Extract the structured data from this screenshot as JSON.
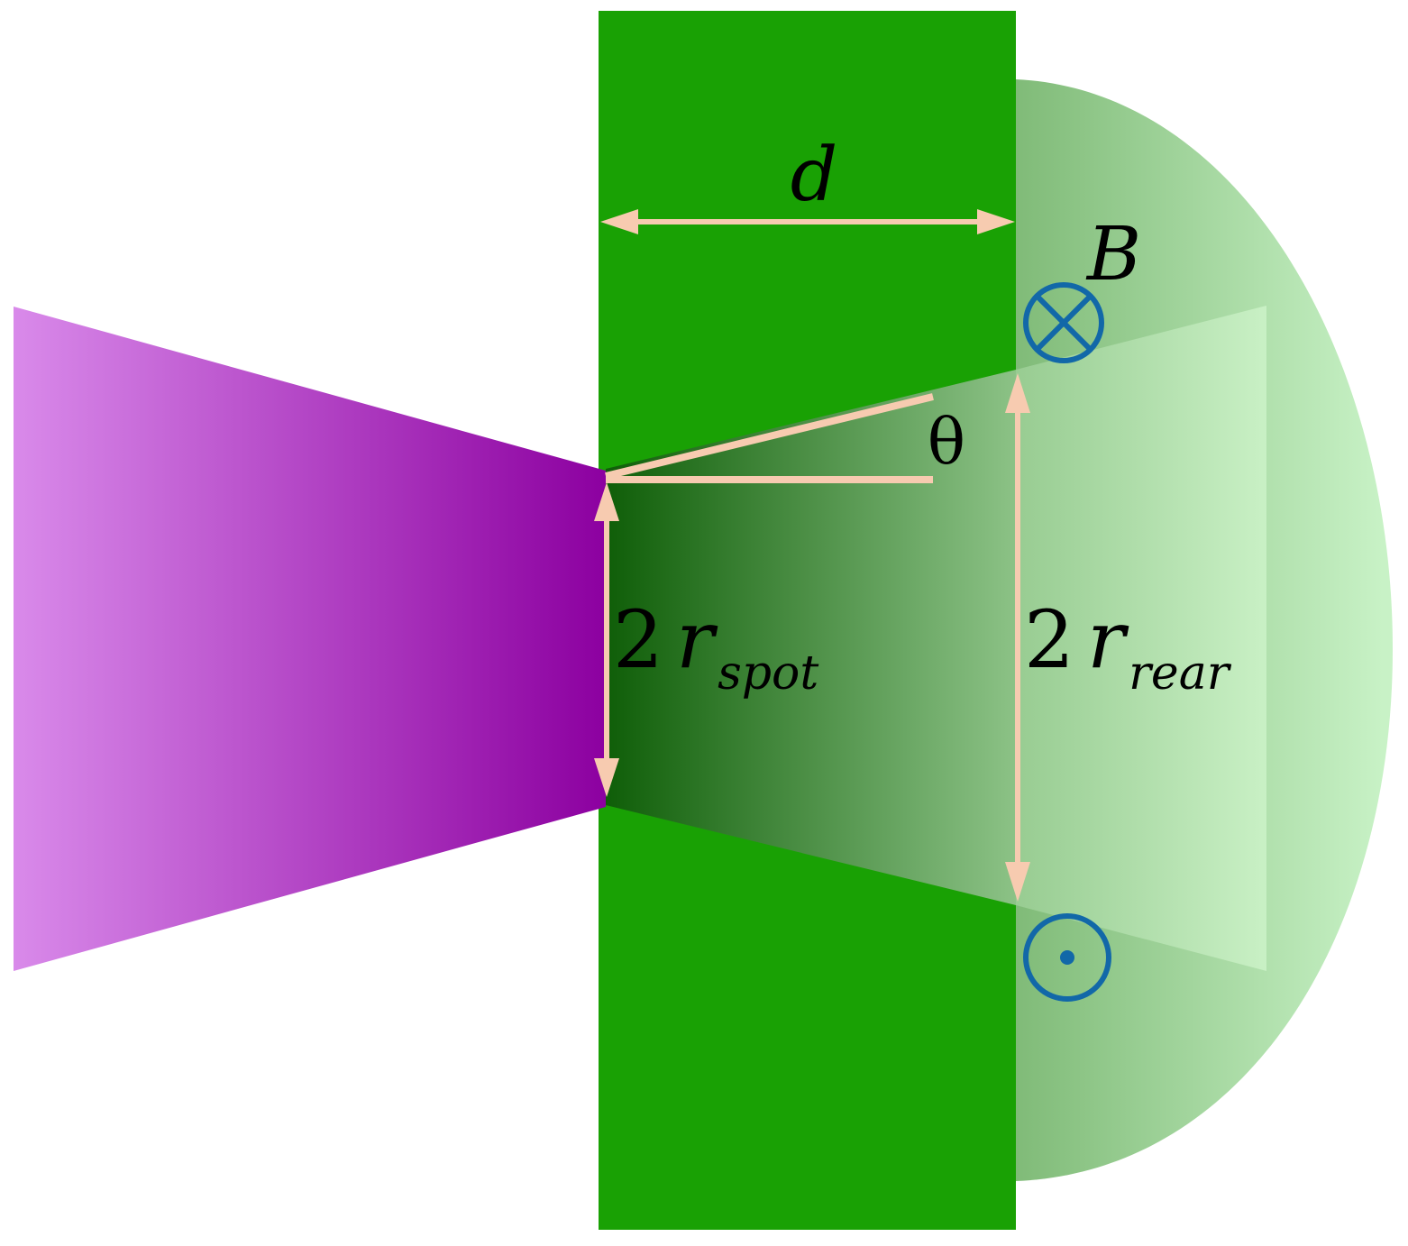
{
  "labels": {
    "thickness": "d",
    "field": "B",
    "angle": "θ",
    "spot_coef": "2",
    "spot_var": "r",
    "spot_sub": "spot",
    "rear_coef": "2",
    "rear_var": "r",
    "rear_sub": "rear"
  },
  "colors": {
    "target": "#19a104",
    "laser_dark": "#8c00a0",
    "laser_light": "#d98aea",
    "sheath_light": "#c8f2c6",
    "cone_dark": "#0f5e08",
    "arrow": "#f7cbb0",
    "field_symbol": "#1268a8"
  },
  "symbols": {
    "field_into_page": "circle-cross-icon",
    "field_out_of_page": "circle-dot-icon"
  }
}
